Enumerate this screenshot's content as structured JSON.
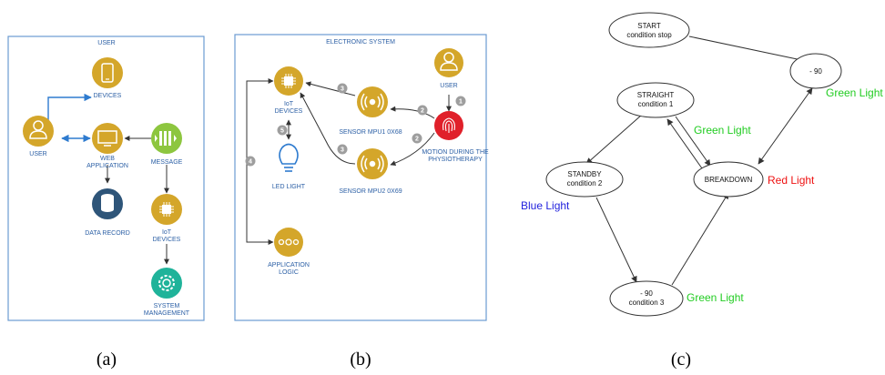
{
  "panel_a": {
    "title": "USER",
    "devices": "DEVICES",
    "user": "USER",
    "web_app_1": "WEB",
    "web_app_2": "APPLICATION",
    "message": "MESSAGE",
    "data_record": "DATA RECORD",
    "iot_1": "IoT",
    "iot_2": "DEVICES",
    "system_1": "SYSTEM",
    "system_2": "MANAGEMENT",
    "caption": "(a)"
  },
  "panel_b": {
    "title": "ELECTRONIC SYSTEM",
    "user": "USER",
    "iot_1": "IoT",
    "iot_2": "DEVICES",
    "sensor1": "SENSOR MPU1 0X68",
    "sensor2": "SENSOR MPU2 0X69",
    "motion_1": "MOTION DURING THE",
    "motion_2": "PHYSIOTHERAPY",
    "led": "LED LIGHT",
    "app_1": "APPLICATION",
    "app_2": "LOGIC",
    "steps": {
      "s1": "1",
      "s2a": "2",
      "s2b": "2",
      "s3a": "3",
      "s3b": "3",
      "s4": "4",
      "s5": "5"
    },
    "caption": "(b)"
  },
  "panel_c": {
    "start_1": "START",
    "start_2": "condition stop",
    "neg90_top": "- 90",
    "straight_1": "STRAIGHT",
    "straight_2": "condition 1",
    "standby_1": "STANDBY",
    "standby_2": "condition 2",
    "breakdown": "BREAKDOWN",
    "neg90_bottom_1": "- 90",
    "neg90_bottom_2": "condition 3",
    "lights": {
      "green_top_right": "Green Light",
      "green_straight": "Green Light",
      "red_breakdown": "Red Light",
      "blue_standby": "Blue Light",
      "green_bottom": "Green Light"
    },
    "caption": "(c)"
  },
  "colors": {
    "gold": "#d4a62a",
    "green": "#8dc63f",
    "teal": "#1fb39a",
    "navy": "#2e5579",
    "red": "#e0202a",
    "blue_line": "#2e7bcf",
    "border": "#6b9bd1",
    "light_green": "#22cc22",
    "light_red": "#ee1111",
    "light_blue": "#2222dd"
  }
}
